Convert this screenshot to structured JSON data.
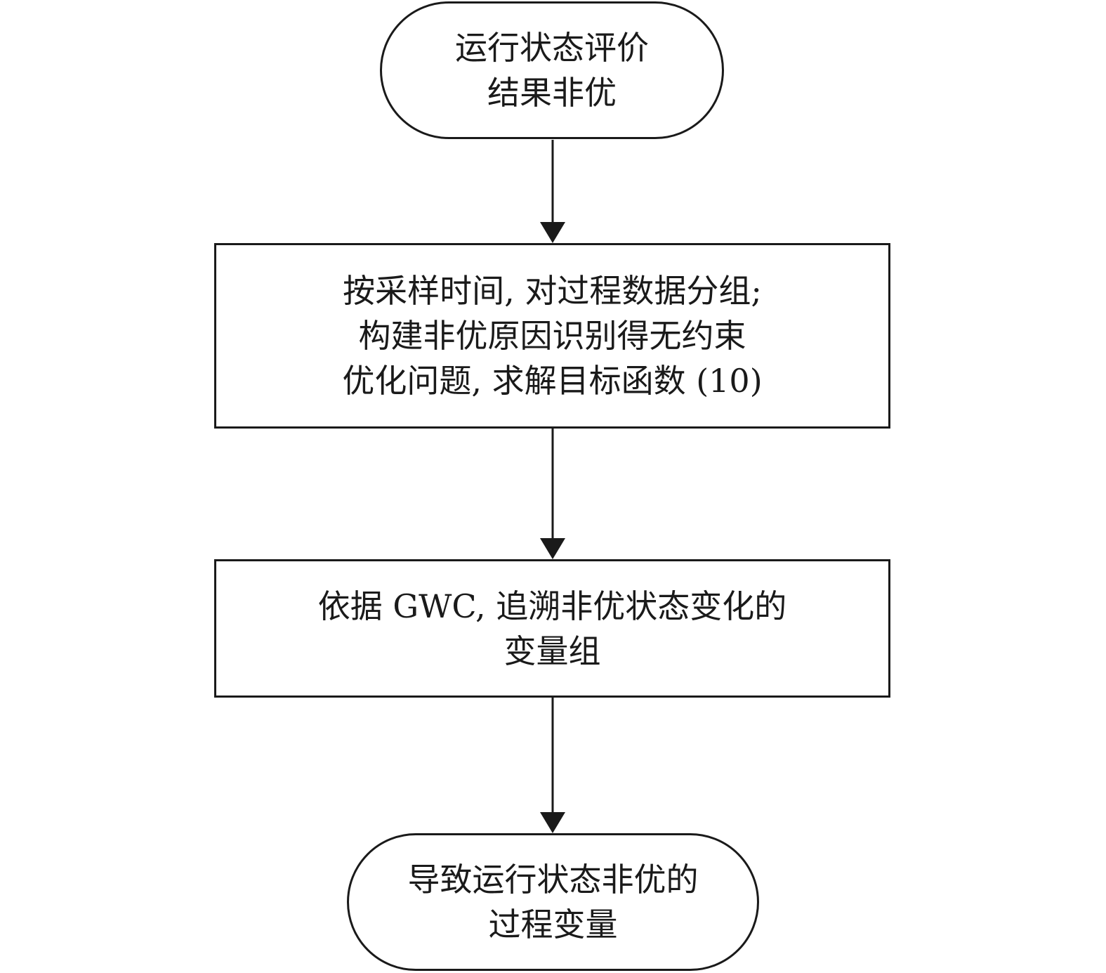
{
  "diagram": {
    "nodes": [
      {
        "id": "start",
        "shape": "terminal",
        "lines": [
          "运行状态评价",
          "结果非优"
        ]
      },
      {
        "id": "step1",
        "shape": "process",
        "lines": [
          "按采样时间, 对过程数据分组;",
          "构建非优原因识别得无约束",
          "优化问题, 求解目标函数 (10)"
        ]
      },
      {
        "id": "step2",
        "shape": "process",
        "lines": [
          "依据 GWC, 追溯非优状态变化的",
          "变量组"
        ]
      },
      {
        "id": "end",
        "shape": "terminal",
        "lines": [
          "导致运行状态非优的",
          "过程变量"
        ]
      }
    ],
    "edges": [
      {
        "from": "start",
        "to": "step1"
      },
      {
        "from": "step1",
        "to": "step2"
      },
      {
        "from": "step2",
        "to": "end"
      }
    ],
    "stroke_color": "#1a1a1a"
  }
}
